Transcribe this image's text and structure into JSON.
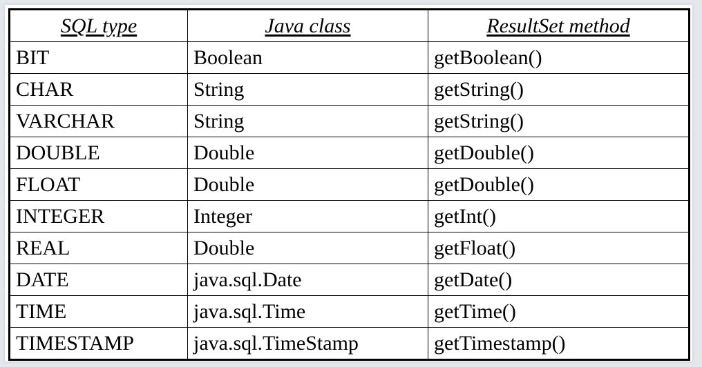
{
  "table": {
    "headers": [
      "SQL type",
      "Java class",
      "ResultSet method"
    ],
    "rows": [
      [
        "BIT",
        "Boolean",
        "getBoolean()"
      ],
      [
        "CHAR",
        "String",
        "getString()"
      ],
      [
        "VARCHAR",
        "String",
        "getString()"
      ],
      [
        "DOUBLE",
        "Double",
        "getDouble()"
      ],
      [
        "FLOAT",
        "Double",
        "getDouble()"
      ],
      [
        "INTEGER",
        "Integer",
        "getInt()"
      ],
      [
        "REAL",
        "Double",
        "getFloat()"
      ],
      [
        "DATE",
        "java.sql.Date",
        "getDate()"
      ],
      [
        "TIME",
        "java.sql.Time",
        "getTime()"
      ],
      [
        "TIMESTAMP",
        "java.sql.TimeStamp",
        "getTimestamp()"
      ]
    ]
  }
}
